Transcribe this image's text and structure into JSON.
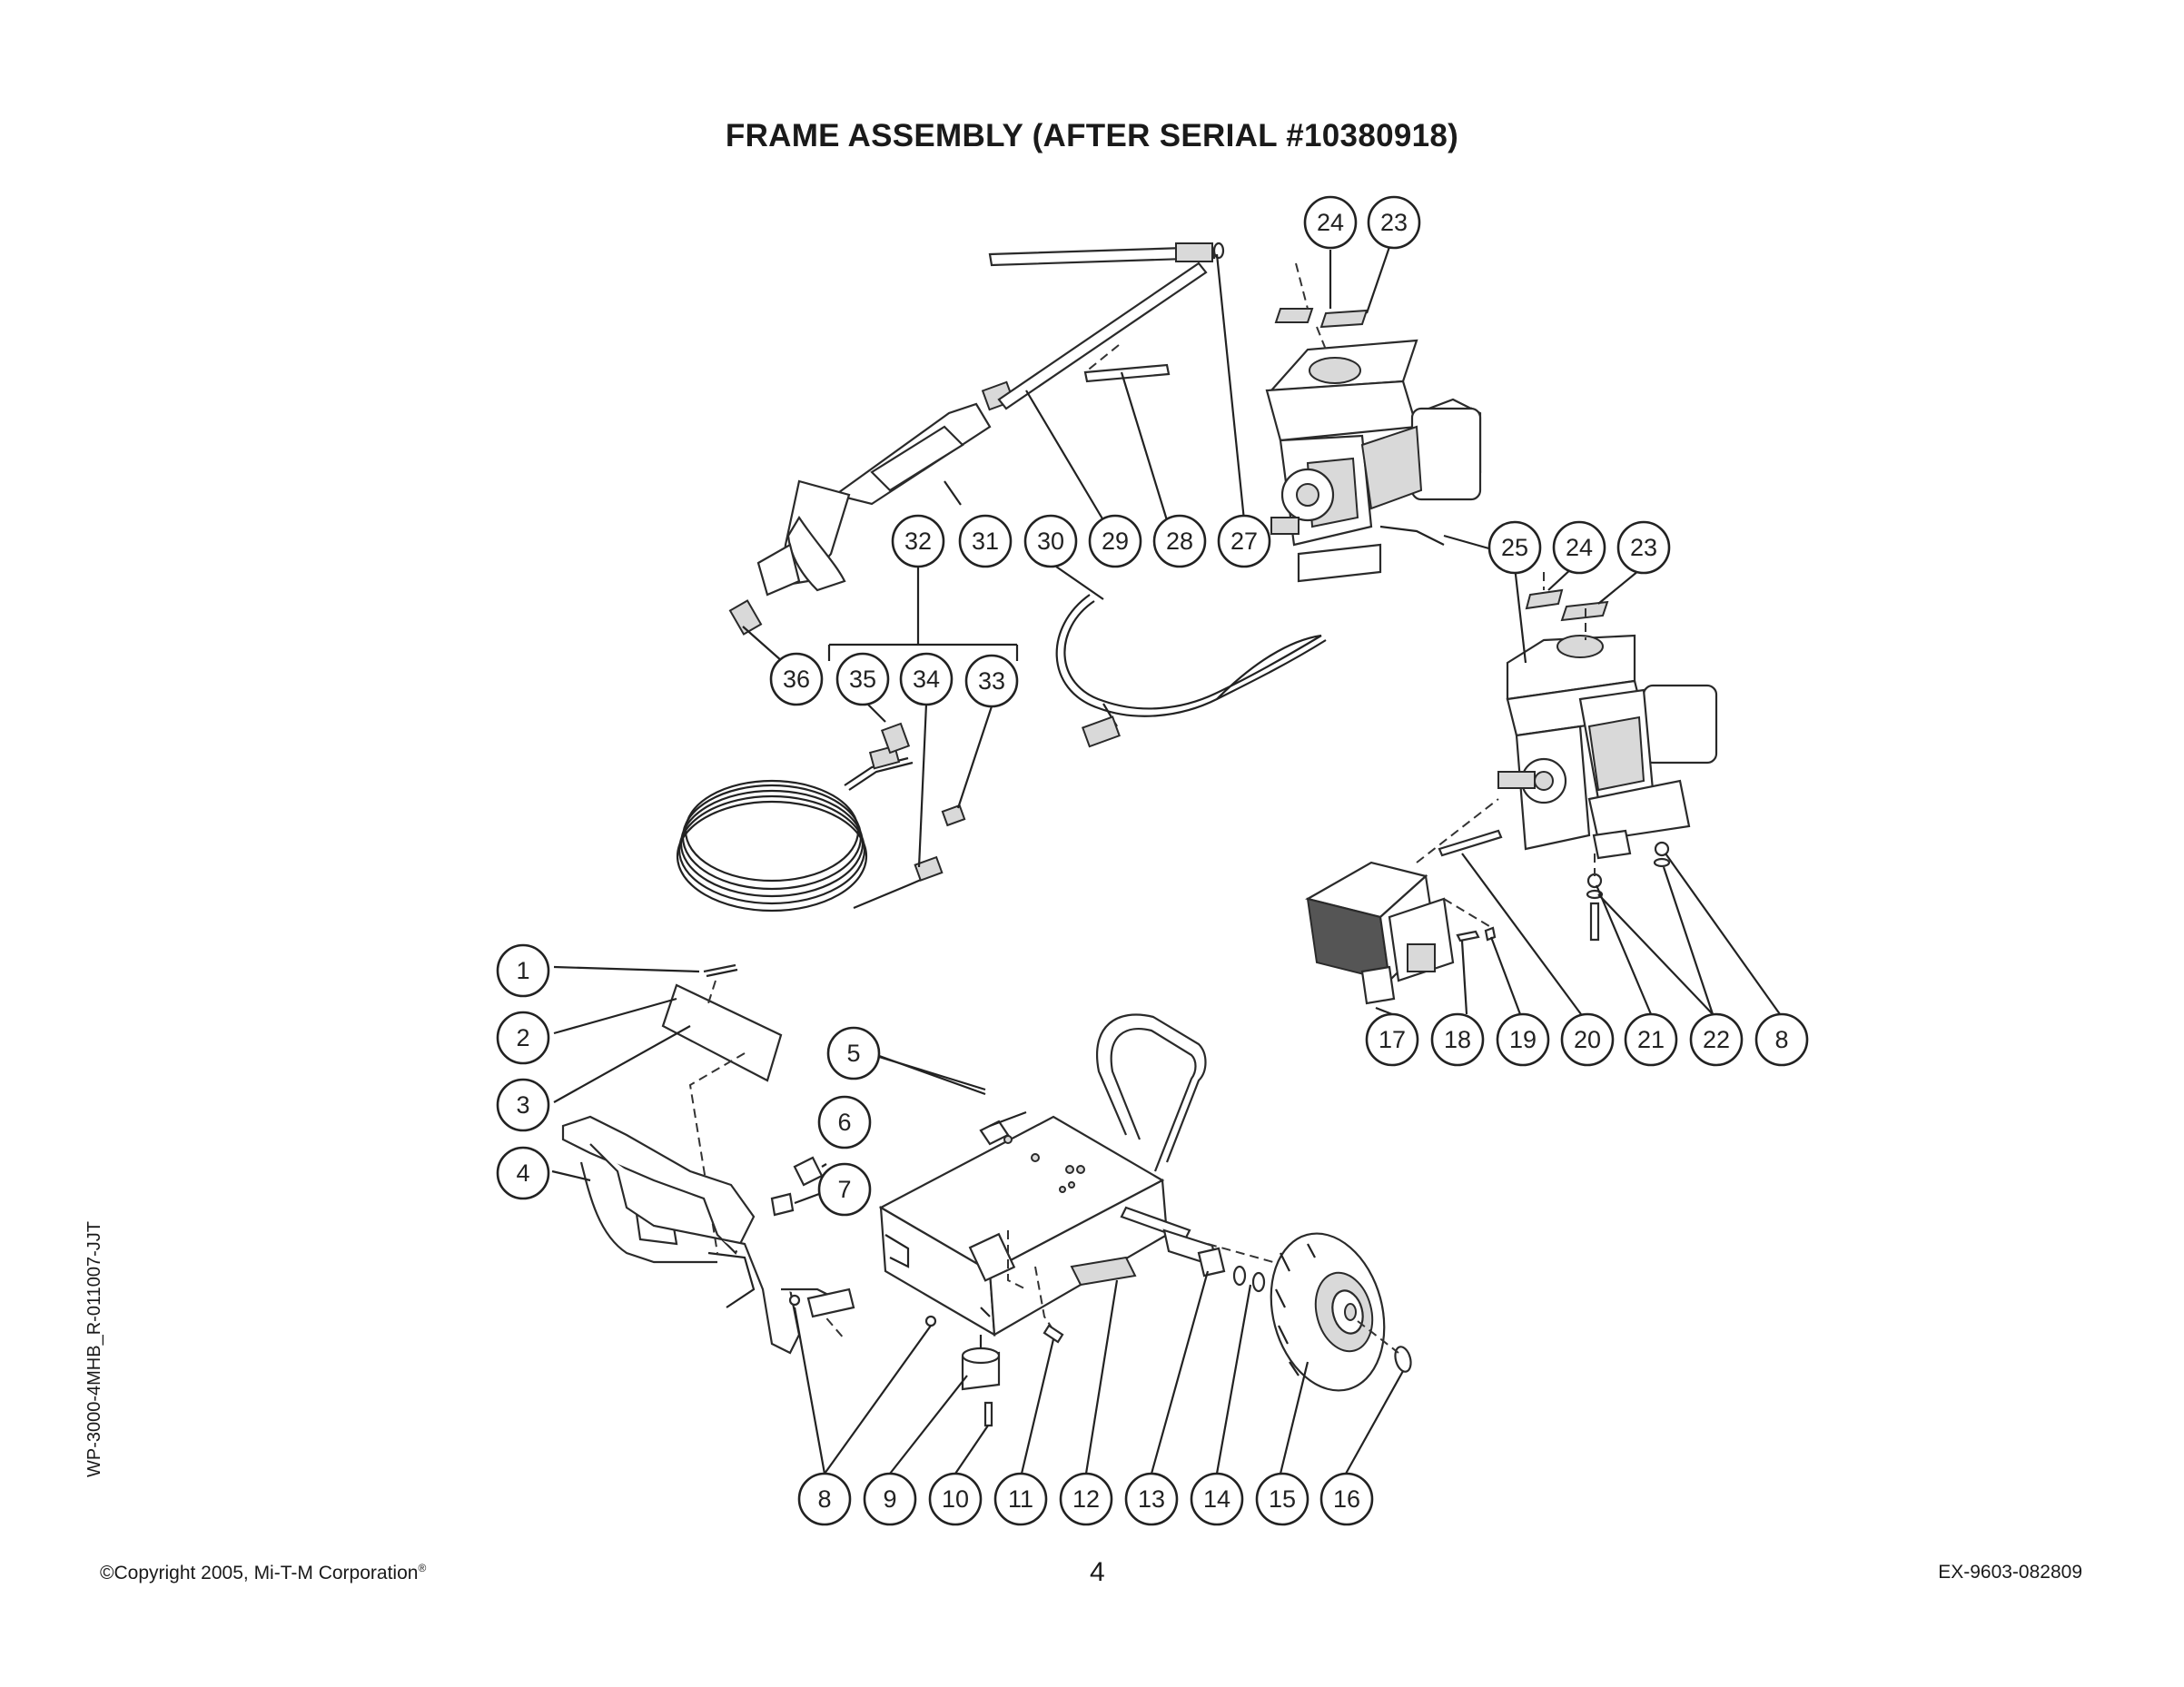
{
  "title": "FRAME ASSEMBLY (AFTER SERIAL #10380918)",
  "side_code": "WP-3000-4MHB_R-011007-JJT",
  "footer": {
    "copyright": "©Copyright 2005, Mi-T-M Corporation",
    "registered_mark": "®",
    "page_number": "4",
    "doc_code": "EX-9603-082809"
  },
  "callouts": {
    "c24a": "24",
    "c23a": "23",
    "c32": "32",
    "c31": "31",
    "c30": "30",
    "c29": "29",
    "c28": "28",
    "c27": "27",
    "c25": "25",
    "c24b": "24",
    "c23b": "23",
    "c36": "36",
    "c35": "35",
    "c34": "34",
    "c33": "33",
    "c1": "1",
    "c2": "2",
    "c3": "3",
    "c4": "4",
    "c5": "5",
    "c6": "6",
    "c7": "7",
    "c17": "17",
    "c18": "18",
    "c19": "19",
    "c20": "20",
    "c21": "21",
    "c22": "22",
    "c8b": "8",
    "c8": "8",
    "c9": "9",
    "c10": "10",
    "c11": "11",
    "c12": "12",
    "c13": "13",
    "c14": "14",
    "c15": "15",
    "c16": "16"
  }
}
